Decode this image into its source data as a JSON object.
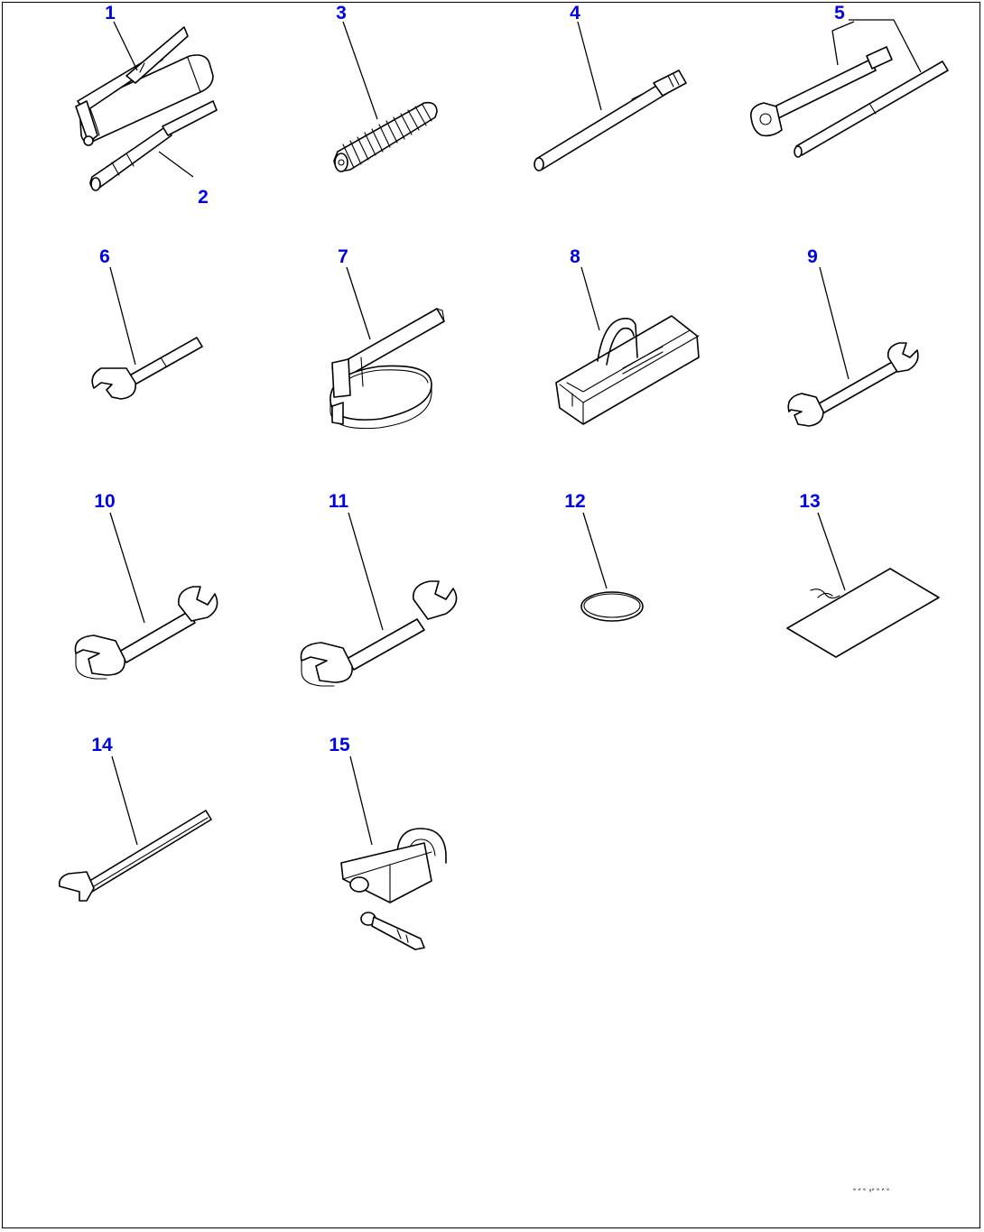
{
  "drawing_code": "ﾞﾞﾞ'ﾞﾞﾞﾞ",
  "callout_color": "#0000e6",
  "line_color": "#000000",
  "parts": [
    {
      "label": "1",
      "icon": "grease-gun-icon"
    },
    {
      "label": "2",
      "icon": "grease-nozzle-icon"
    },
    {
      "label": "3",
      "icon": "coil-spring-icon"
    },
    {
      "label": "4",
      "icon": "extension-bar-icon"
    },
    {
      "label": "5",
      "icon": "socket-wrench-set-icon"
    },
    {
      "label": "6",
      "icon": "small-spanner-icon"
    },
    {
      "label": "7",
      "icon": "filter-wrench-icon"
    },
    {
      "label": "8",
      "icon": "tool-box-icon"
    },
    {
      "label": "9",
      "icon": "spanner-icon"
    },
    {
      "label": "10",
      "icon": "spanner-icon"
    },
    {
      "label": "11",
      "icon": "spanner-icon"
    },
    {
      "label": "12",
      "icon": "o-ring-icon"
    },
    {
      "label": "13",
      "icon": "tag-card-icon"
    },
    {
      "label": "14",
      "icon": "hook-spanner-icon"
    },
    {
      "label": "15",
      "icon": "padlock-with-key-icon"
    }
  ]
}
